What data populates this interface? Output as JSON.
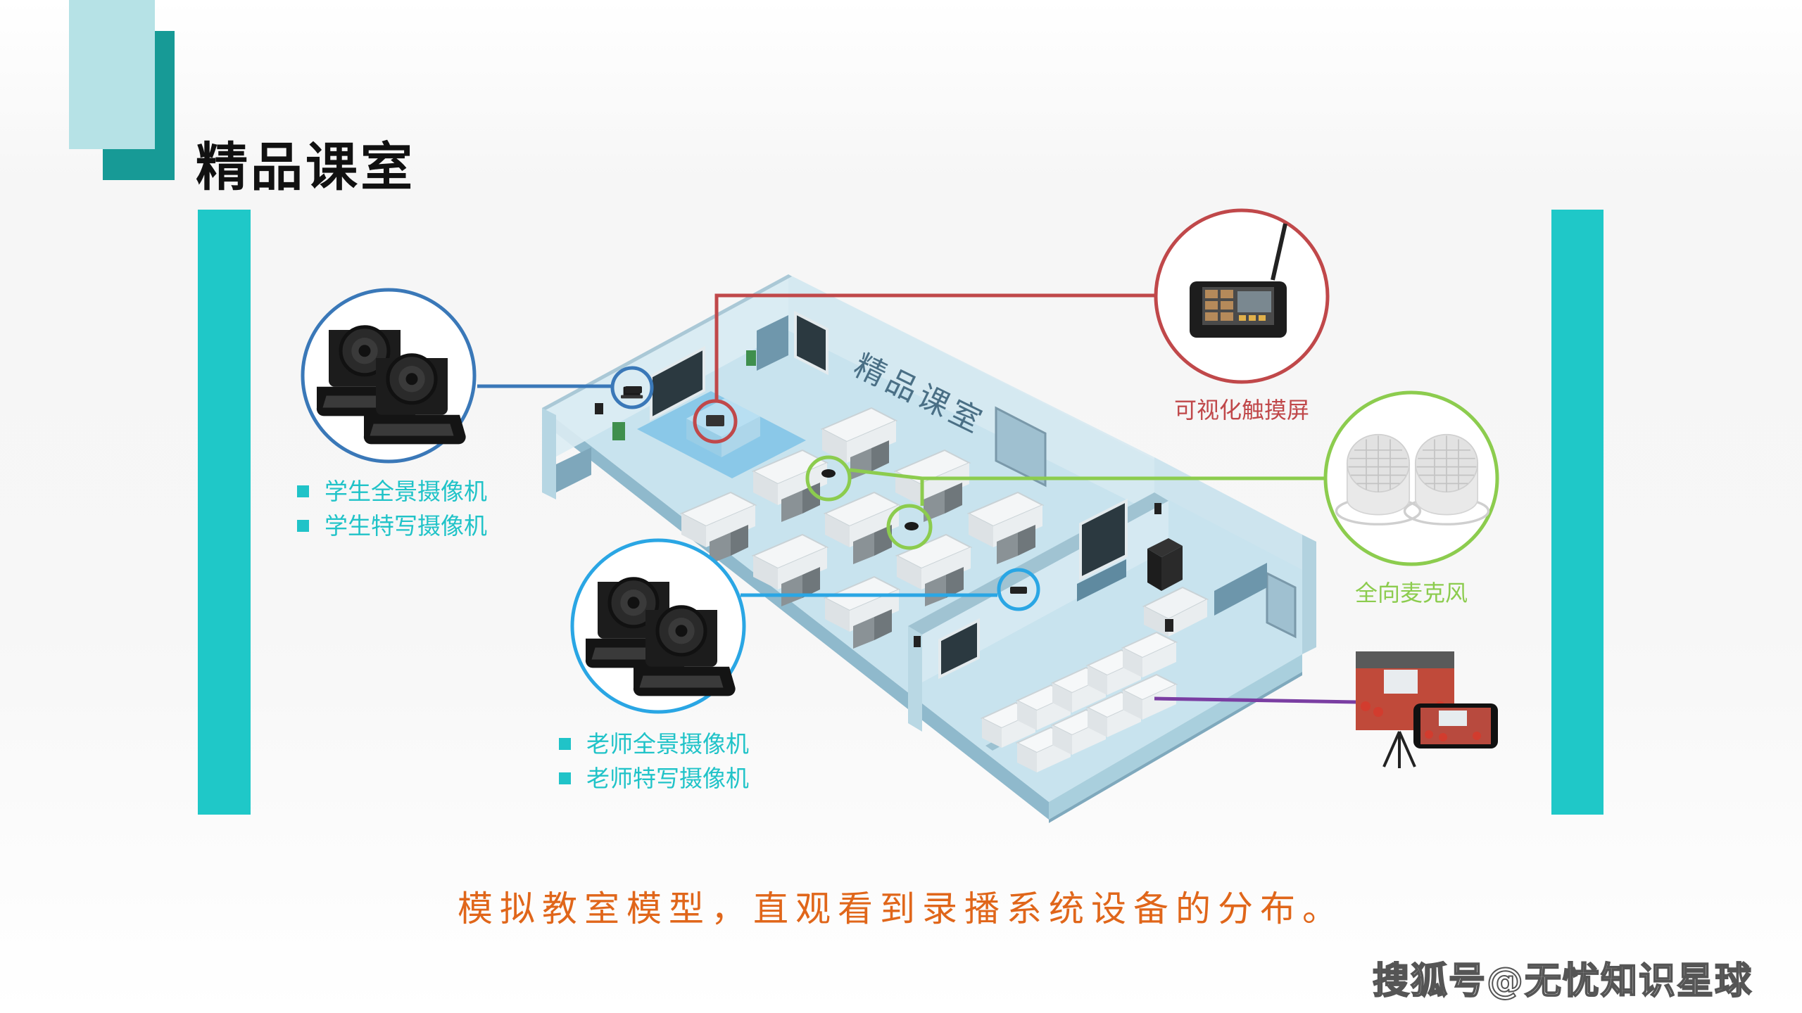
{
  "title": "精品课室",
  "room_sign": "精品课室",
  "caption": "模拟教室模型，直观看到录播系统设备的分布。",
  "watermark": "搜狐号@无忧知识星球",
  "student_cameras": [
    "学生全景摄像机",
    "学生特写摄像机"
  ],
  "teacher_cameras": [
    "老师全景摄像机",
    "老师特写摄像机"
  ],
  "touchscreen_label": "可视化触摸屏",
  "microphone_label": "全向麦克风",
  "colors": {
    "teal_bar": "#1fc8c8",
    "deco_light": "#b6e2e6",
    "deco_dark": "#179a96",
    "label_teal": "#20c3c8",
    "student_line": "#3a78b8",
    "teacher_line": "#2aa6e4",
    "touch_line": "#c0484a",
    "mic_line": "#8ccc4e",
    "stream_line": "#7a3ea2",
    "caption": "#e0661a"
  }
}
